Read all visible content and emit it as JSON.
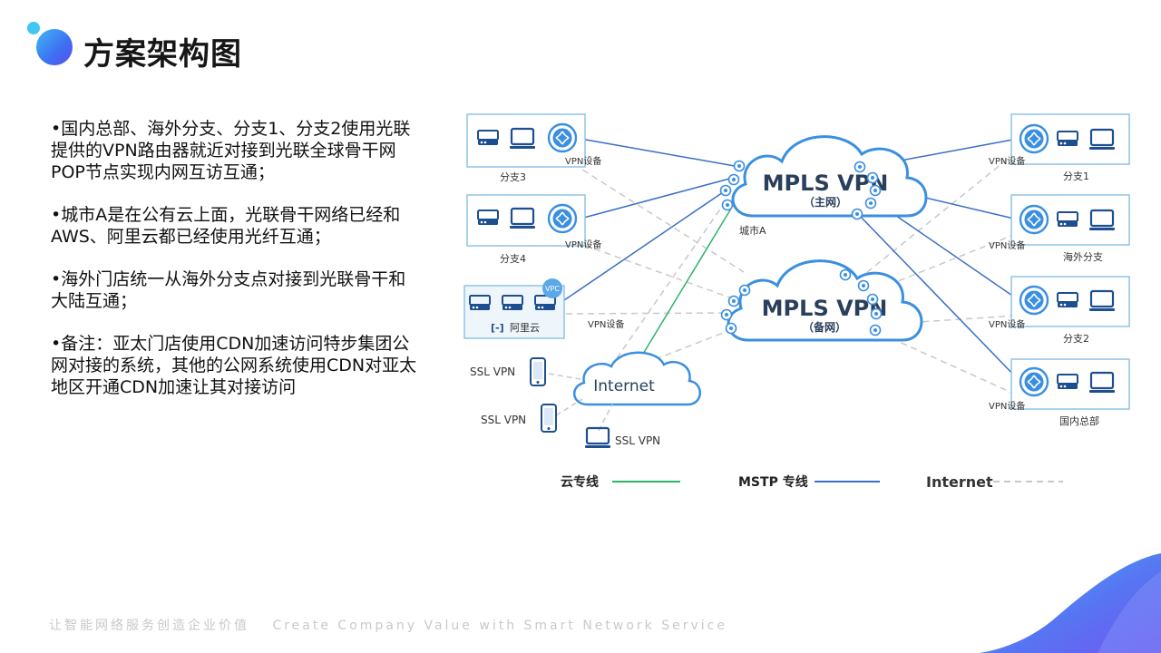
{
  "title": "方案架构图",
  "bullets": [
    "•国内总部、海外分支、分支1、分支2使用光联提供的VPN路由器就近对接到光联全球骨干网POP节点实现内网互访互通；",
    "•城市A是在公有云上面，光联骨干网络已经和AWS、阿里云都已经使用光纤互通；",
    "•海外门店统一从海外分支点对接到光联骨干和大陆互通；",
    "•备注：亚太门店使用CDN加速访问特步集团公网对接的系统，其他的公网系统使用CDN对亚太地区开通CDN加速让其对接访问"
  ],
  "diagram": {
    "cloud_main": {
      "title": "MPLS VPN",
      "sub": "（主网）"
    },
    "cloud_backup": {
      "title": "MPLS VPN",
      "sub": "（备网）"
    },
    "city_label": "城市A",
    "internet_label": "Internet",
    "vpn_device_label": "VPN设备",
    "vpc_label": "VPC",
    "aliyun_label": "阿里云",
    "ssl_vpn_label": "SSL VPN",
    "left_sites": [
      "分支3",
      "分支4"
    ],
    "right_sites": [
      "分支1",
      "海外分支",
      "分支2",
      "国内总部"
    ],
    "legend": {
      "cloud_line": "云专线",
      "mstp_line": "MSTP 专线",
      "internet_line": "Internet"
    },
    "colors": {
      "cloud_line": "#2db36a",
      "mstp_line": "#3a6fc4",
      "internet_line": "#c8c8c8",
      "frame": "#8fc4e6",
      "device": "#1d4e8f",
      "router": "#3a8fe0"
    }
  },
  "footer": {
    "cn": "让智能网络服务创造企业价值",
    "en": "Create Company Value with Smart Network Service"
  }
}
